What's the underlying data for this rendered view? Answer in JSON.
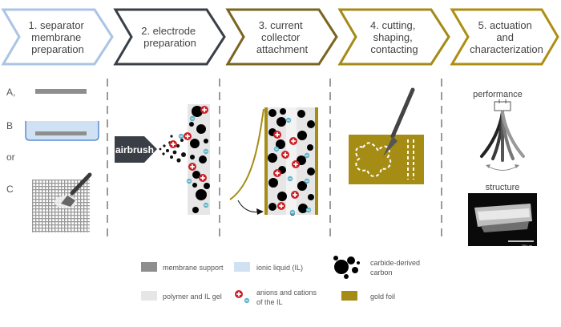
{
  "steps": [
    {
      "lines": [
        "1. separator",
        "membrane",
        "preparation"
      ],
      "color": "#aac4e4"
    },
    {
      "lines": [
        "2. electrode",
        "preparation"
      ],
      "color": "#3a3f47"
    },
    {
      "lines": [
        "3. current",
        "collector",
        "attachment"
      ],
      "color": "#7a6420"
    },
    {
      "lines": [
        "4. cutting,",
        "shaping,",
        "contacting"
      ],
      "color": "#a48a18"
    },
    {
      "lines": [
        "5. actuation",
        "and",
        "characterization"
      ],
      "color": "#ae8e12"
    }
  ],
  "methods": {
    "a": "A,",
    "b": "B",
    "or": "or",
    "c": "C"
  },
  "airbrush_label": "airbrush",
  "performance_label": "performance",
  "structure_label": "structure",
  "scale_label": "200 µm",
  "legend": {
    "membrane_support": "membrane support",
    "ionic_liquid": "ionic liquid (IL)",
    "cdc": [
      "carbide-derived",
      "carbon"
    ],
    "polymer_gel": "polymer and IL gel",
    "ions": [
      "anions and cations",
      "of the IL"
    ],
    "gold_foil": "gold foil"
  },
  "colors": {
    "gold": "#a58c14",
    "cation": "#cc2027",
    "anion": "#5fb4c9",
    "membrane": "#8e8e8e",
    "gel": "#e6e6e6",
    "ionic_liquid_blue": "#cfe1f2"
  }
}
